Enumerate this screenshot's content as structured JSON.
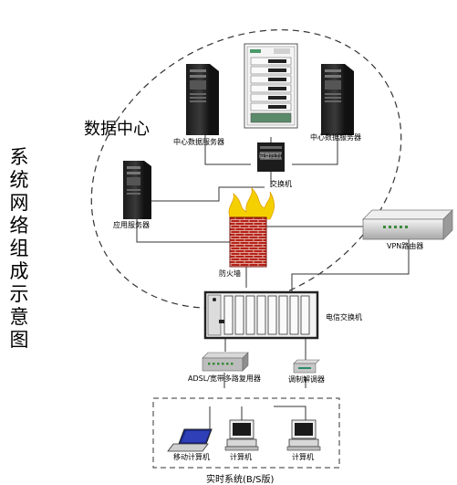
{
  "diagram": {
    "title_chars": [
      "系",
      "统",
      "网",
      "络",
      "组",
      "成",
      "示",
      "意",
      "图"
    ],
    "data_center_label": "数据中心",
    "nodes": {
      "server_left": "中心数据服务器",
      "server_right": "中心数据服务器",
      "cabinet_label": "磁盘阵列",
      "switch_core": "交换机",
      "app_server": "应用服务器",
      "vpn_router": "VPN路由器",
      "firewall": "防火墙",
      "telecom_switch": "电信交换机",
      "adsl_mux": "ADSL/宽带多路复用器",
      "modem": "调制解调器",
      "laptop": "移动计算机",
      "pc1": "计算机",
      "pc2": "计算机"
    },
    "realtime_label": "实时系统(B/S版)"
  },
  "colors": {
    "line": "#333333",
    "server_body": "#2a2a2a",
    "server_face": "#555555",
    "firewall_red": "#c0392b",
    "flame": "#f5d000",
    "vpn_body": "#d8d8d8",
    "switch_body": "#e8e8e8",
    "switch_frame": "#333333"
  }
}
